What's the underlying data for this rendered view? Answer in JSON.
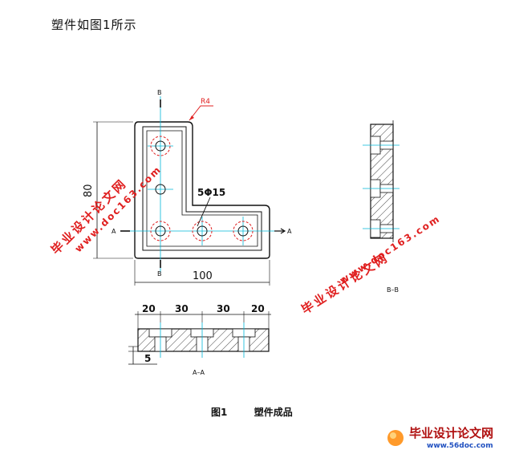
{
  "heading": "塑件如图1所示",
  "figure_caption": "图1        塑件成品",
  "front_view": {
    "section_mark_top": "B",
    "section_mark_bottom": "B",
    "section_mark_left": "A",
    "section_mark_right": "A",
    "radius_label": "R4",
    "hole_label": "5Φ15",
    "height_dim": "80",
    "width_dim": "100"
  },
  "section_aa": {
    "dims_top": [
      "20",
      "30",
      "30",
      "20"
    ],
    "dim_thickness": "5",
    "label": "A–A"
  },
  "section_bb": {
    "label": "B–B"
  },
  "watermarks": {
    "left_cn": "毕业设计论文网",
    "left_url": "www.doc163.com",
    "right_cn": "毕业设计论文网",
    "right_url": "www.doc163.com",
    "footer_cn": "毕业设计论文网",
    "footer_url": "www.56doc.com"
  },
  "colors": {
    "line": "#111111",
    "center": "#00b8d8",
    "hidden": "#e02020",
    "watermark": "#e02020"
  }
}
